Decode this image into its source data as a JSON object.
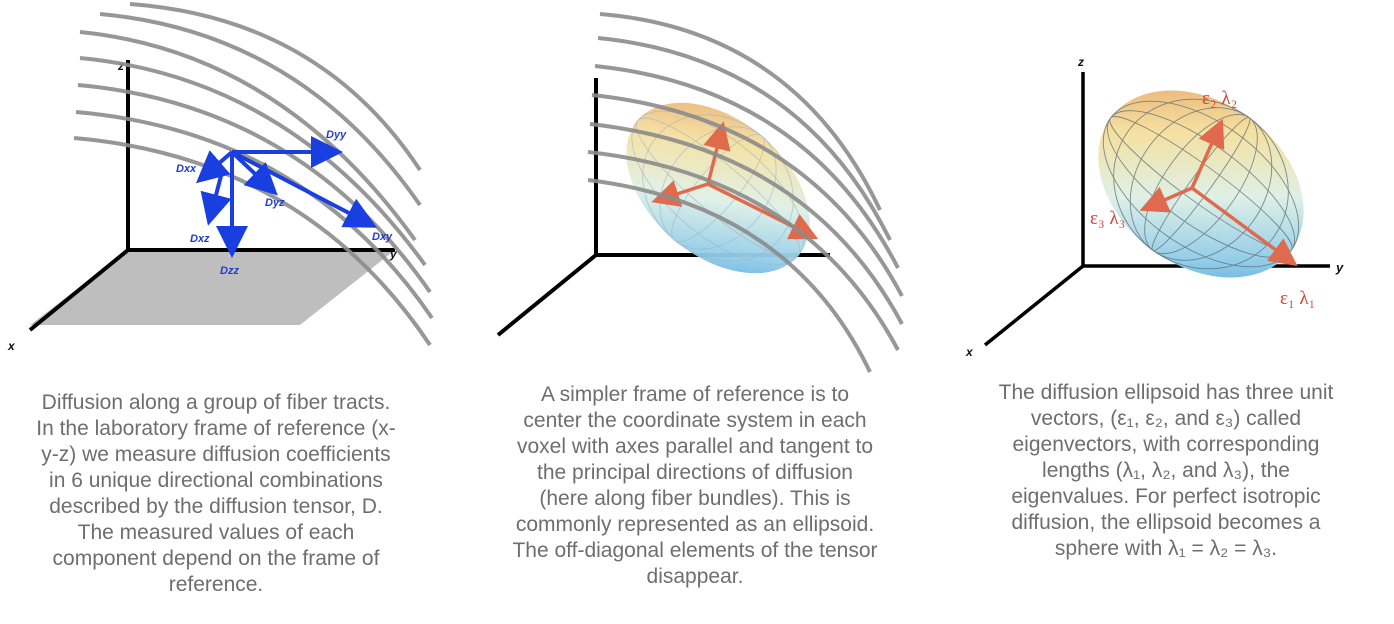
{
  "panel1": {
    "axes": {
      "x": "x",
      "y": "y",
      "z": "z"
    },
    "tensor_labels": {
      "dxx": "Dxx",
      "dyy": "Dyy",
      "dyz": "Dyz",
      "dxy": "Dxy",
      "dxz": "Dxz",
      "dzz": "Dzz"
    },
    "caption_lines": [
      "Diffusion along a group of fiber tracts.",
      "In the laboratory frame of reference (x-",
      "y-z) we measure diffusion coefficients",
      "in 6 unique directional combinations",
      "described by the diffusion tensor, D.",
      "The measured values of each",
      "component depend on the frame of",
      "reference."
    ]
  },
  "panel2": {
    "caption_lines": [
      "A simpler frame of reference is to",
      "center the coordinate system in each",
      "voxel with axes parallel and tangent to",
      "the principal directions of diffusion",
      "(here along fiber bundles). This is",
      "commonly represented as an ellipsoid.",
      "The off-diagonal elements of the tensor",
      "disappear."
    ]
  },
  "panel3": {
    "axes": {
      "x": "x",
      "y": "y",
      "z": "z"
    },
    "eigen_labels": {
      "e1": "ε₁ λ₁",
      "e2": "ε₂ λ₂",
      "e3": "ε₃ λ₃"
    },
    "caption_lines": [
      "The diffusion ellipsoid has three unit",
      "vectors, (ε₁, ε₂, and ε₃) called",
      "eigenvectors, with corresponding",
      "lengths (λ₁, λ₂, and λ₃), the",
      "eigenvalues. For perfect isotropic",
      "diffusion, the ellipsoid becomes a",
      "sphere with λ₁ = λ₂ = λ₃."
    ]
  },
  "colors": {
    "caption_text": "#6e6e6e",
    "fiber": "#8c8c8c",
    "tensor_arrow": "#1a3fe0",
    "eigen_arrow": "#e06a4e",
    "axis": "#000000"
  }
}
